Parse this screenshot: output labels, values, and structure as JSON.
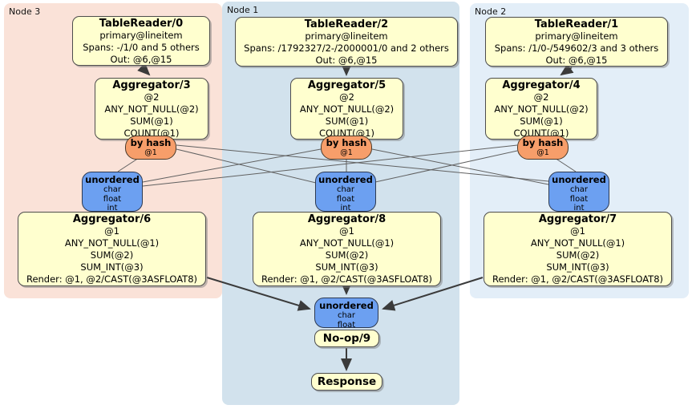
{
  "diagram": {
    "regions": [
      {
        "id": "node3",
        "label": "Node 3",
        "bg": "#fae2d8"
      },
      {
        "id": "node1",
        "label": "Node 1",
        "bg": "#d2e2ed"
      },
      {
        "id": "node2",
        "label": "Node 2",
        "bg": "#e3eef8"
      }
    ],
    "processors": {
      "tr0": {
        "title": "TableReader/0",
        "lines": [
          "primary@lineitem",
          "Spans: -/1/0 and 5 others",
          "Out: @6,@15"
        ]
      },
      "tr2": {
        "title": "TableReader/2",
        "lines": [
          "primary@lineitem",
          "Spans: /1792327/2-/2000001/0 and 2 others",
          "Out: @6,@15"
        ]
      },
      "tr1": {
        "title": "TableReader/1",
        "lines": [
          "primary@lineitem",
          "Spans: /1/0-/549602/3 and 3 others",
          "Out: @6,@15"
        ]
      },
      "agg3": {
        "title": "Aggregator/3",
        "lines": [
          "@2",
          "ANY_NOT_NULL(@2)",
          "SUM(@1)",
          "COUNT(@1)"
        ]
      },
      "agg5": {
        "title": "Aggregator/5",
        "lines": [
          "@2",
          "ANY_NOT_NULL(@2)",
          "SUM(@1)",
          "COUNT(@1)"
        ]
      },
      "agg4": {
        "title": "Aggregator/4",
        "lines": [
          "@2",
          "ANY_NOT_NULL(@2)",
          "SUM(@1)",
          "COUNT(@1)"
        ]
      },
      "agg6": {
        "title": "Aggregator/6",
        "lines": [
          "@1",
          "ANY_NOT_NULL(@1)",
          "SUM(@2)",
          "SUM_INT(@3)",
          "Render: @1, @2/CAST(@3ASFLOAT8)"
        ]
      },
      "agg8": {
        "title": "Aggregator/8",
        "lines": [
          "@1",
          "ANY_NOT_NULL(@1)",
          "SUM(@2)",
          "SUM_INT(@3)",
          "Render: @1, @2/CAST(@3ASFLOAT8)"
        ]
      },
      "agg7": {
        "title": "Aggregator/7",
        "lines": [
          "@1",
          "ANY_NOT_NULL(@1)",
          "SUM(@2)",
          "SUM_INT(@3)",
          "Render: @1, @2/CAST(@3ASFLOAT8)"
        ]
      },
      "noop": {
        "title": "No-op/9"
      },
      "response": {
        "title": "Response"
      }
    },
    "routers": {
      "hash3": {
        "title": "by hash",
        "lines": [
          "@1"
        ]
      },
      "hash5": {
        "title": "by hash",
        "lines": [
          "@1"
        ]
      },
      "hash4": {
        "title": "by hash",
        "lines": [
          "@1"
        ]
      }
    },
    "syncs": {
      "un3": {
        "title": "unordered",
        "lines": [
          "char",
          "float",
          "int"
        ]
      },
      "un8": {
        "title": "unordered",
        "lines": [
          "char",
          "float",
          "int"
        ]
      },
      "un7": {
        "title": "unordered",
        "lines": [
          "char",
          "float",
          "int"
        ]
      },
      "unFinal": {
        "title": "unordered",
        "lines": [
          "char",
          "float"
        ]
      }
    },
    "colors": {
      "processor_bg": "#ffffcf",
      "router_bg": "#f79e6a",
      "sync_bg": "#6ca0f1",
      "edge_main": "#3b3b3b",
      "edge_stream": "#606060"
    }
  }
}
